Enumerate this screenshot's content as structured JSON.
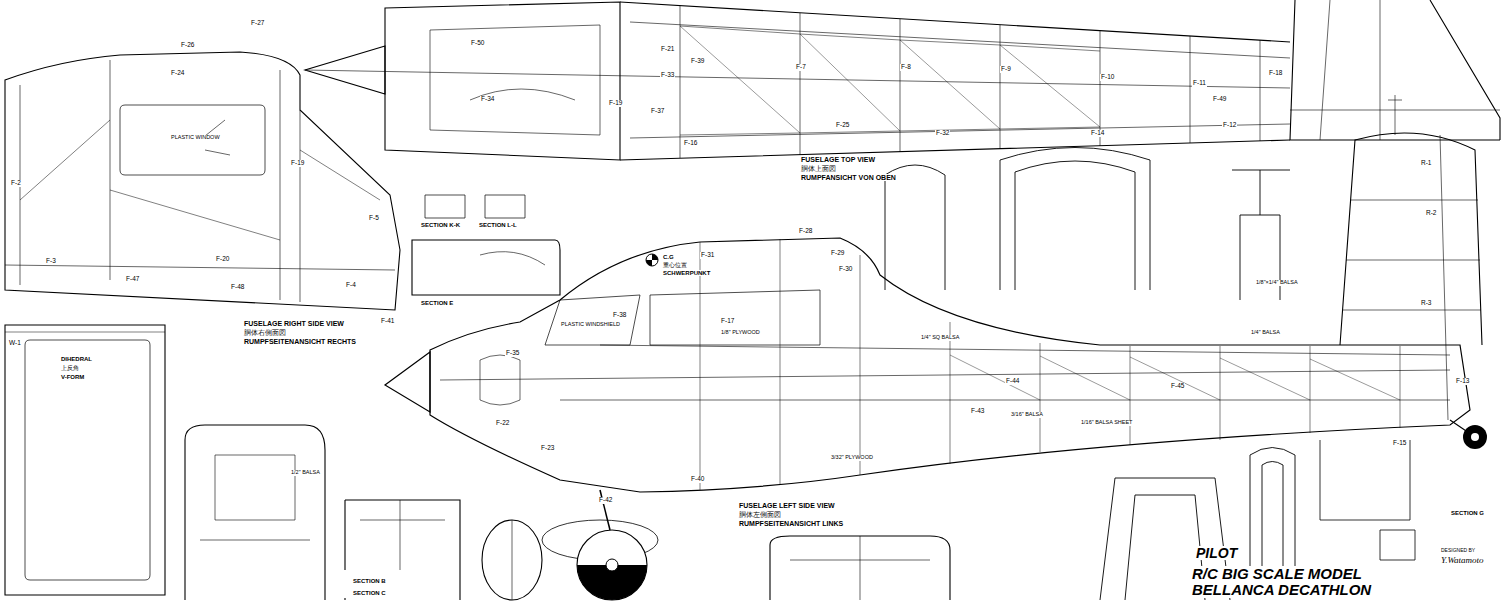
{
  "diagram": {
    "title": "R/C BIG SCALE MODEL BELLANCA DECATHLON",
    "labels": [
      "FUSELAGE TOP VIEW",
      "胴体上面図",
      "RUMPFANSICHT VON OBEN",
      "FUSELAGE RIGHT SIDE VIEW",
      "胴体右側面図",
      "RUMPFSEITENANSICHT RECHTS",
      "FUSELAGE LEFT SIDE VIEW",
      "胴体左側面図",
      "RUMPFSEITENANSICHT LINKS",
      "DIHEDRAL",
      "上反角",
      "V-FORM",
      "C.G",
      "重心位置",
      "SCHWERPUNKT",
      "SECTION K-K",
      "SECTION L-L",
      "SECTION E",
      "SECTION B",
      "SECTION C",
      "SECTION G",
      "F-21",
      "F-50",
      "F-39",
      "F-33",
      "F-34",
      "F-19",
      "F-37",
      "F-16",
      "F-7",
      "F-8",
      "F-9",
      "F-10",
      "F-11",
      "F-12",
      "F-14",
      "F-25",
      "F-32",
      "F-49",
      "F-18",
      "F-27",
      "F-26",
      "F-24",
      "F-2",
      "F-3",
      "F-47",
      "F-48",
      "F-4",
      "F-5",
      "F-41",
      "F-19",
      "F-20",
      "F-28",
      "F-29",
      "F-30",
      "F-31",
      "F-38",
      "F-35",
      "F-17",
      "F-22",
      "F-23",
      "F-40",
      "F-42",
      "F-43",
      "F-44",
      "F-45",
      "F-13",
      "F-15",
      "R-1",
      "R-2",
      "R-3",
      "W-1",
      "1/8\" PLYWOOD",
      "1/4\" SQ BALSA",
      "3/16\" BALSA",
      "1/16\" BALSA SHEET",
      "1/4\" BALSA",
      "3/32\" PLYWOOD",
      "1/2\" BALSA",
      "1/8\"×1/4\" BALSA",
      "PLASTIC WINDSHIELD",
      "PLASTIC WINDOW",
      "PILOT",
      "DESIGNED BY",
      "Y.Watamoto"
    ]
  }
}
